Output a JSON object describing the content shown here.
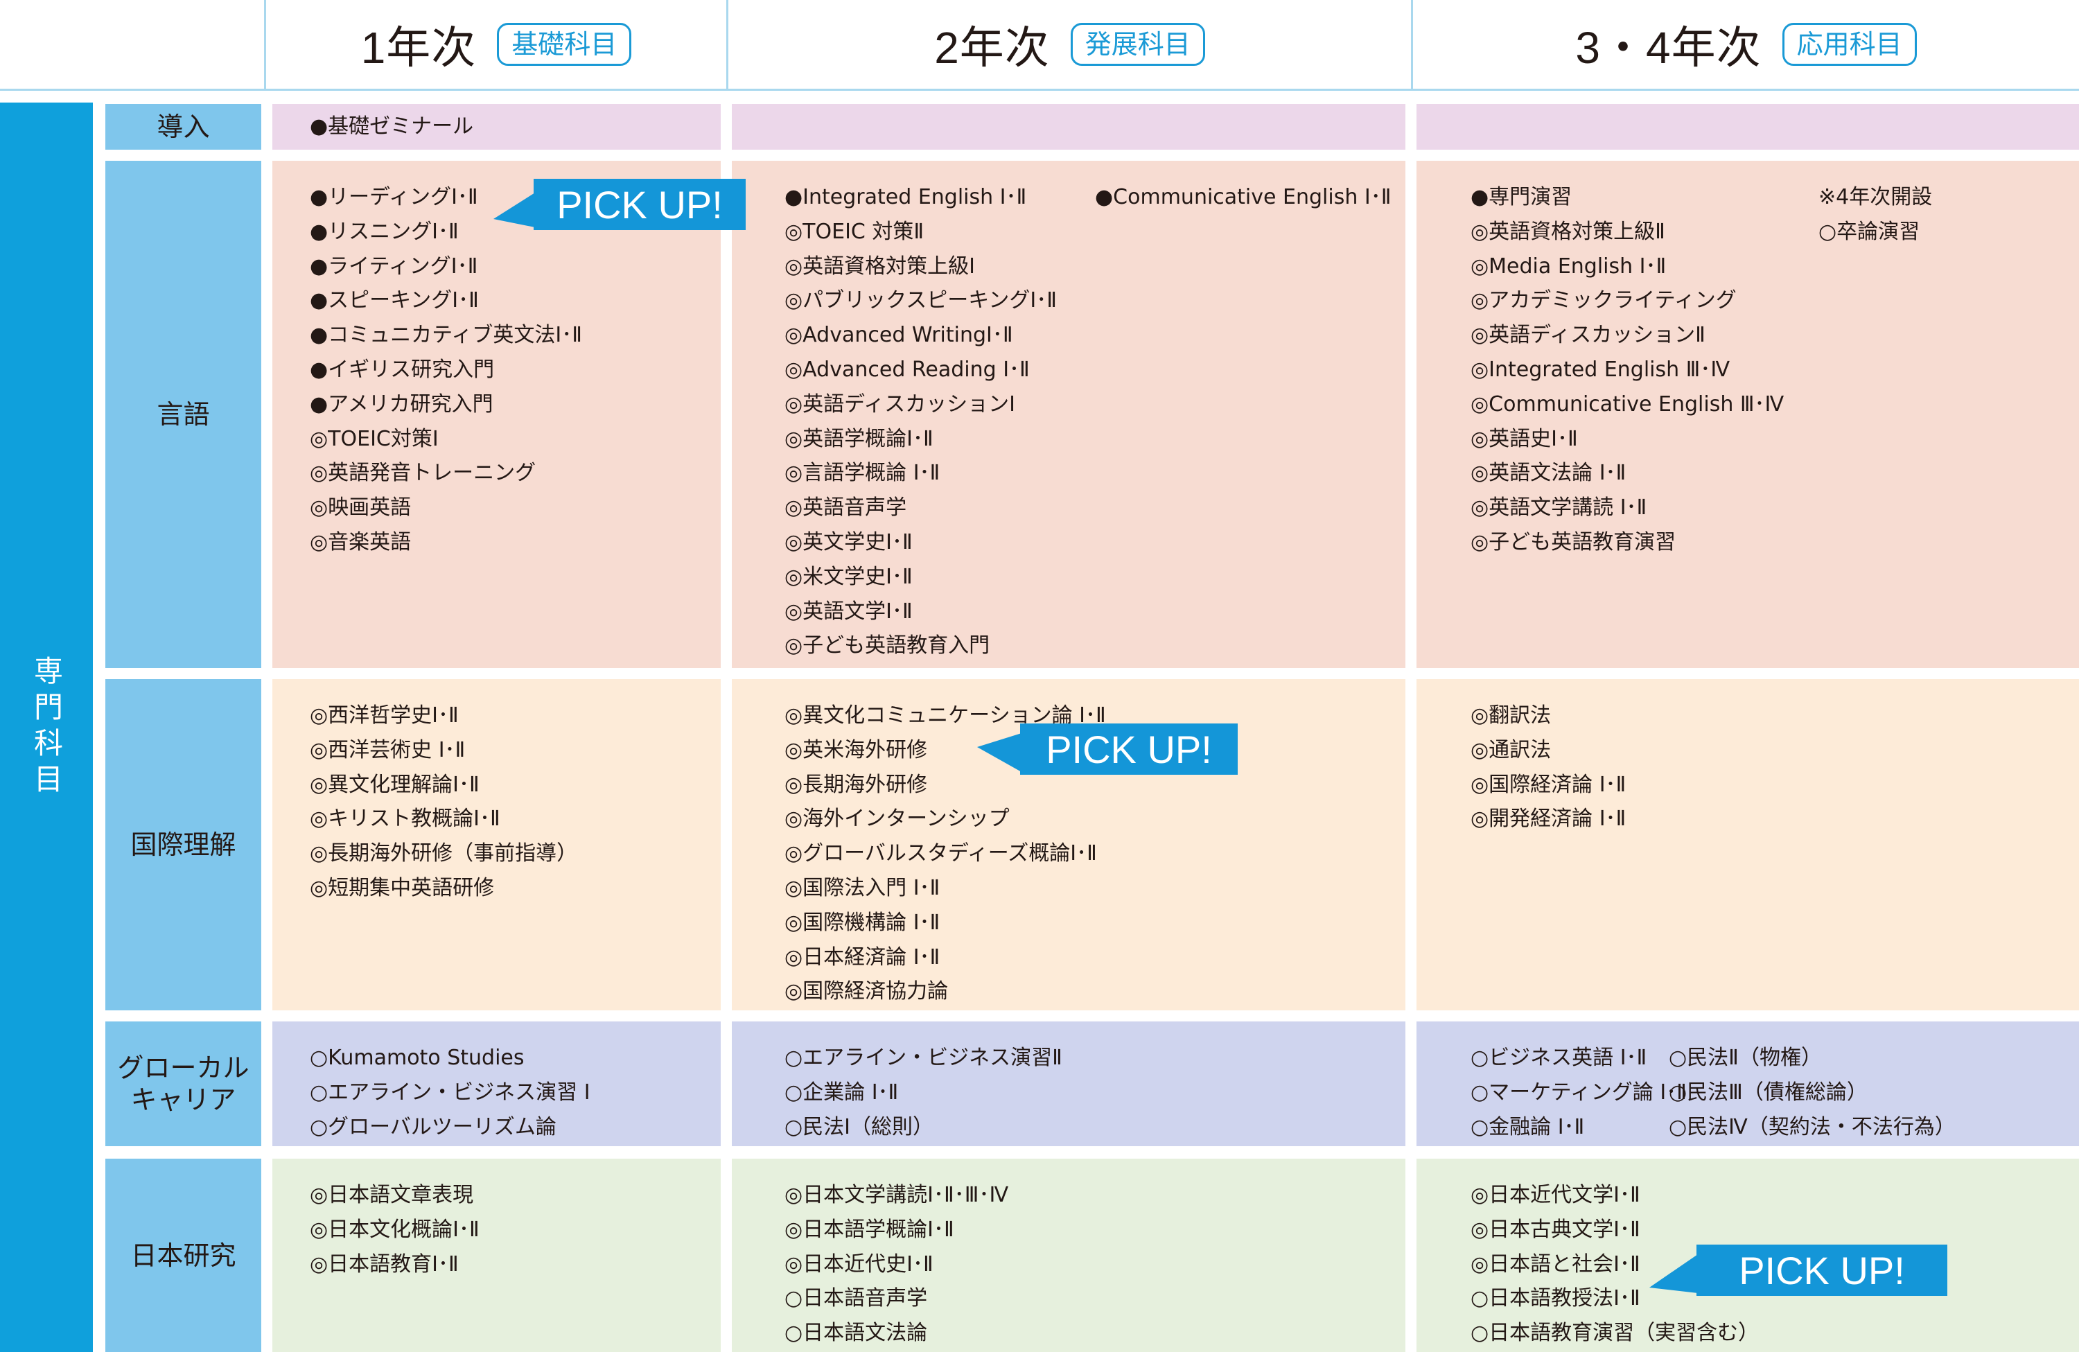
{
  "header": {
    "years": [
      {
        "label": "1年次",
        "badge": "基礎科目"
      },
      {
        "label": "2年次",
        "badge": "発展科目"
      },
      {
        "label": "3・4年次",
        "badge": "応用科目"
      }
    ]
  },
  "side_label": "専門科目",
  "categories": {
    "intro": "導入",
    "language": "言語",
    "international": "国際理解",
    "glocal": "グローカル\nキャリア",
    "japan": "日本研究"
  },
  "pickup_label": "PICK UP!",
  "cells": {
    "intro": {
      "y1": [
        "●基礎ゼミナール"
      ],
      "y2": [],
      "y3": []
    },
    "language": {
      "y1": [
        "●リーディングⅠ･Ⅱ",
        "●リスニングⅠ･Ⅱ",
        "●ライティングⅠ･Ⅱ",
        "●スピーキングⅠ･Ⅱ",
        "●コミュニカティブ英文法Ⅰ･Ⅱ",
        "●イギリス研究入門",
        "●アメリカ研究入門",
        "◎TOEIC対策Ⅰ",
        "◎英語発音トレーニング",
        "◎映画英語",
        "◎音楽英語"
      ],
      "y2": [
        "●Integrated English Ⅰ･Ⅱ",
        "◎TOEIC 対策Ⅱ",
        "◎英語資格対策上級Ⅰ",
        "◎パブリックスピーキングⅠ･Ⅱ",
        "◎Advanced WritingⅠ･Ⅱ",
        "◎Advanced Reading Ⅰ･Ⅱ",
        "◎英語ディスカッションⅠ",
        "◎英語学概論Ⅰ･Ⅱ",
        "◎言語学概論 Ⅰ･Ⅱ",
        "◎英語音声学",
        "◎英文学史Ⅰ･Ⅱ",
        "◎米文学史Ⅰ･Ⅱ",
        "◎英語文学Ⅰ･Ⅱ",
        "◎子ども英語教育入門"
      ],
      "y2b": [
        "●Communicative English Ⅰ･Ⅱ"
      ],
      "y3": [
        "●専門演習",
        "◎英語資格対策上級Ⅱ",
        "◎Media English Ⅰ･Ⅱ",
        "◎アカデミックライティング",
        "◎英語ディスカッションⅡ",
        "◎Integrated English Ⅲ･Ⅳ",
        "◎Communicative English Ⅲ･Ⅳ",
        "◎英語史Ⅰ･Ⅱ",
        "◎英語文法論 Ⅰ･Ⅱ",
        "◎英語文学講読 Ⅰ･Ⅱ",
        "◎子ども英語教育演習"
      ],
      "y3b": [
        "※4年次開設",
        "○卒論演習"
      ]
    },
    "international": {
      "y1": [
        "◎西洋哲学史Ⅰ･Ⅱ",
        "◎西洋芸術史 Ⅰ･Ⅱ",
        "◎異文化理解論Ⅰ･Ⅱ",
        "◎キリスト教概論Ⅰ･Ⅱ",
        "◎長期海外研修（事前指導）",
        "◎短期集中英語研修"
      ],
      "y2": [
        "◎異文化コミュニケーション論 Ⅰ･Ⅱ",
        "◎英米海外研修",
        "◎長期海外研修",
        "◎海外インターンシップ",
        "◎グローバルスタディーズ概論Ⅰ･Ⅱ",
        "◎国際法入門 Ⅰ･Ⅱ",
        "◎国際機構論 Ⅰ･Ⅱ",
        "◎日本経済論 Ⅰ･Ⅱ",
        "◎国際経済協力論"
      ],
      "y3": [
        "◎翻訳法",
        "◎通訳法",
        "◎国際経済論 Ⅰ･Ⅱ",
        "◎開発経済論 Ⅰ･Ⅱ"
      ]
    },
    "glocal": {
      "y1": [
        "○Kumamoto Studies",
        "○エアライン・ビジネス演習 Ⅰ",
        "○グローバルツーリズム論"
      ],
      "y2": [
        "○エアライン・ビジネス演習Ⅱ",
        "○企業論 Ⅰ･Ⅱ",
        "○民法Ⅰ（総則）"
      ],
      "y3": [
        "○ビジネス英語 Ⅰ･Ⅱ",
        "○マーケティング論 Ⅰ･Ⅱ",
        "○金融論 Ⅰ･Ⅱ"
      ],
      "y3b": [
        "○民法Ⅱ（物権）",
        "○民法Ⅲ（債権総論）",
        "○民法Ⅳ（契約法・不法行為）"
      ]
    },
    "japan": {
      "y1": [
        "◎日本語文章表現",
        "◎日本文化概論Ⅰ･Ⅱ",
        "◎日本語教育Ⅰ･Ⅱ"
      ],
      "y2": [
        "◎日本文学講読Ⅰ･Ⅱ･Ⅲ･Ⅳ",
        "◎日本語学概論Ⅰ･Ⅱ",
        "◎日本近代史Ⅰ･Ⅱ",
        "○日本語音声学",
        "○日本語文法論"
      ],
      "y3": [
        "◎日本近代文学Ⅰ･Ⅱ",
        "◎日本古典文学Ⅰ･Ⅱ",
        "◎日本語と社会Ⅰ･Ⅱ",
        "○日本語教授法Ⅰ･Ⅱ",
        "○日本語教育演習（実習含む）"
      ]
    }
  },
  "colors": {
    "accent": "#1496d8",
    "side": "#0fa0dc",
    "category": "#7fc6ec",
    "intro": "#ecd7ea",
    "language": "#f7dcd2",
    "international": "#fdebd8",
    "glocal": "#cfd4ee",
    "japan": "#e6f0dd"
  }
}
